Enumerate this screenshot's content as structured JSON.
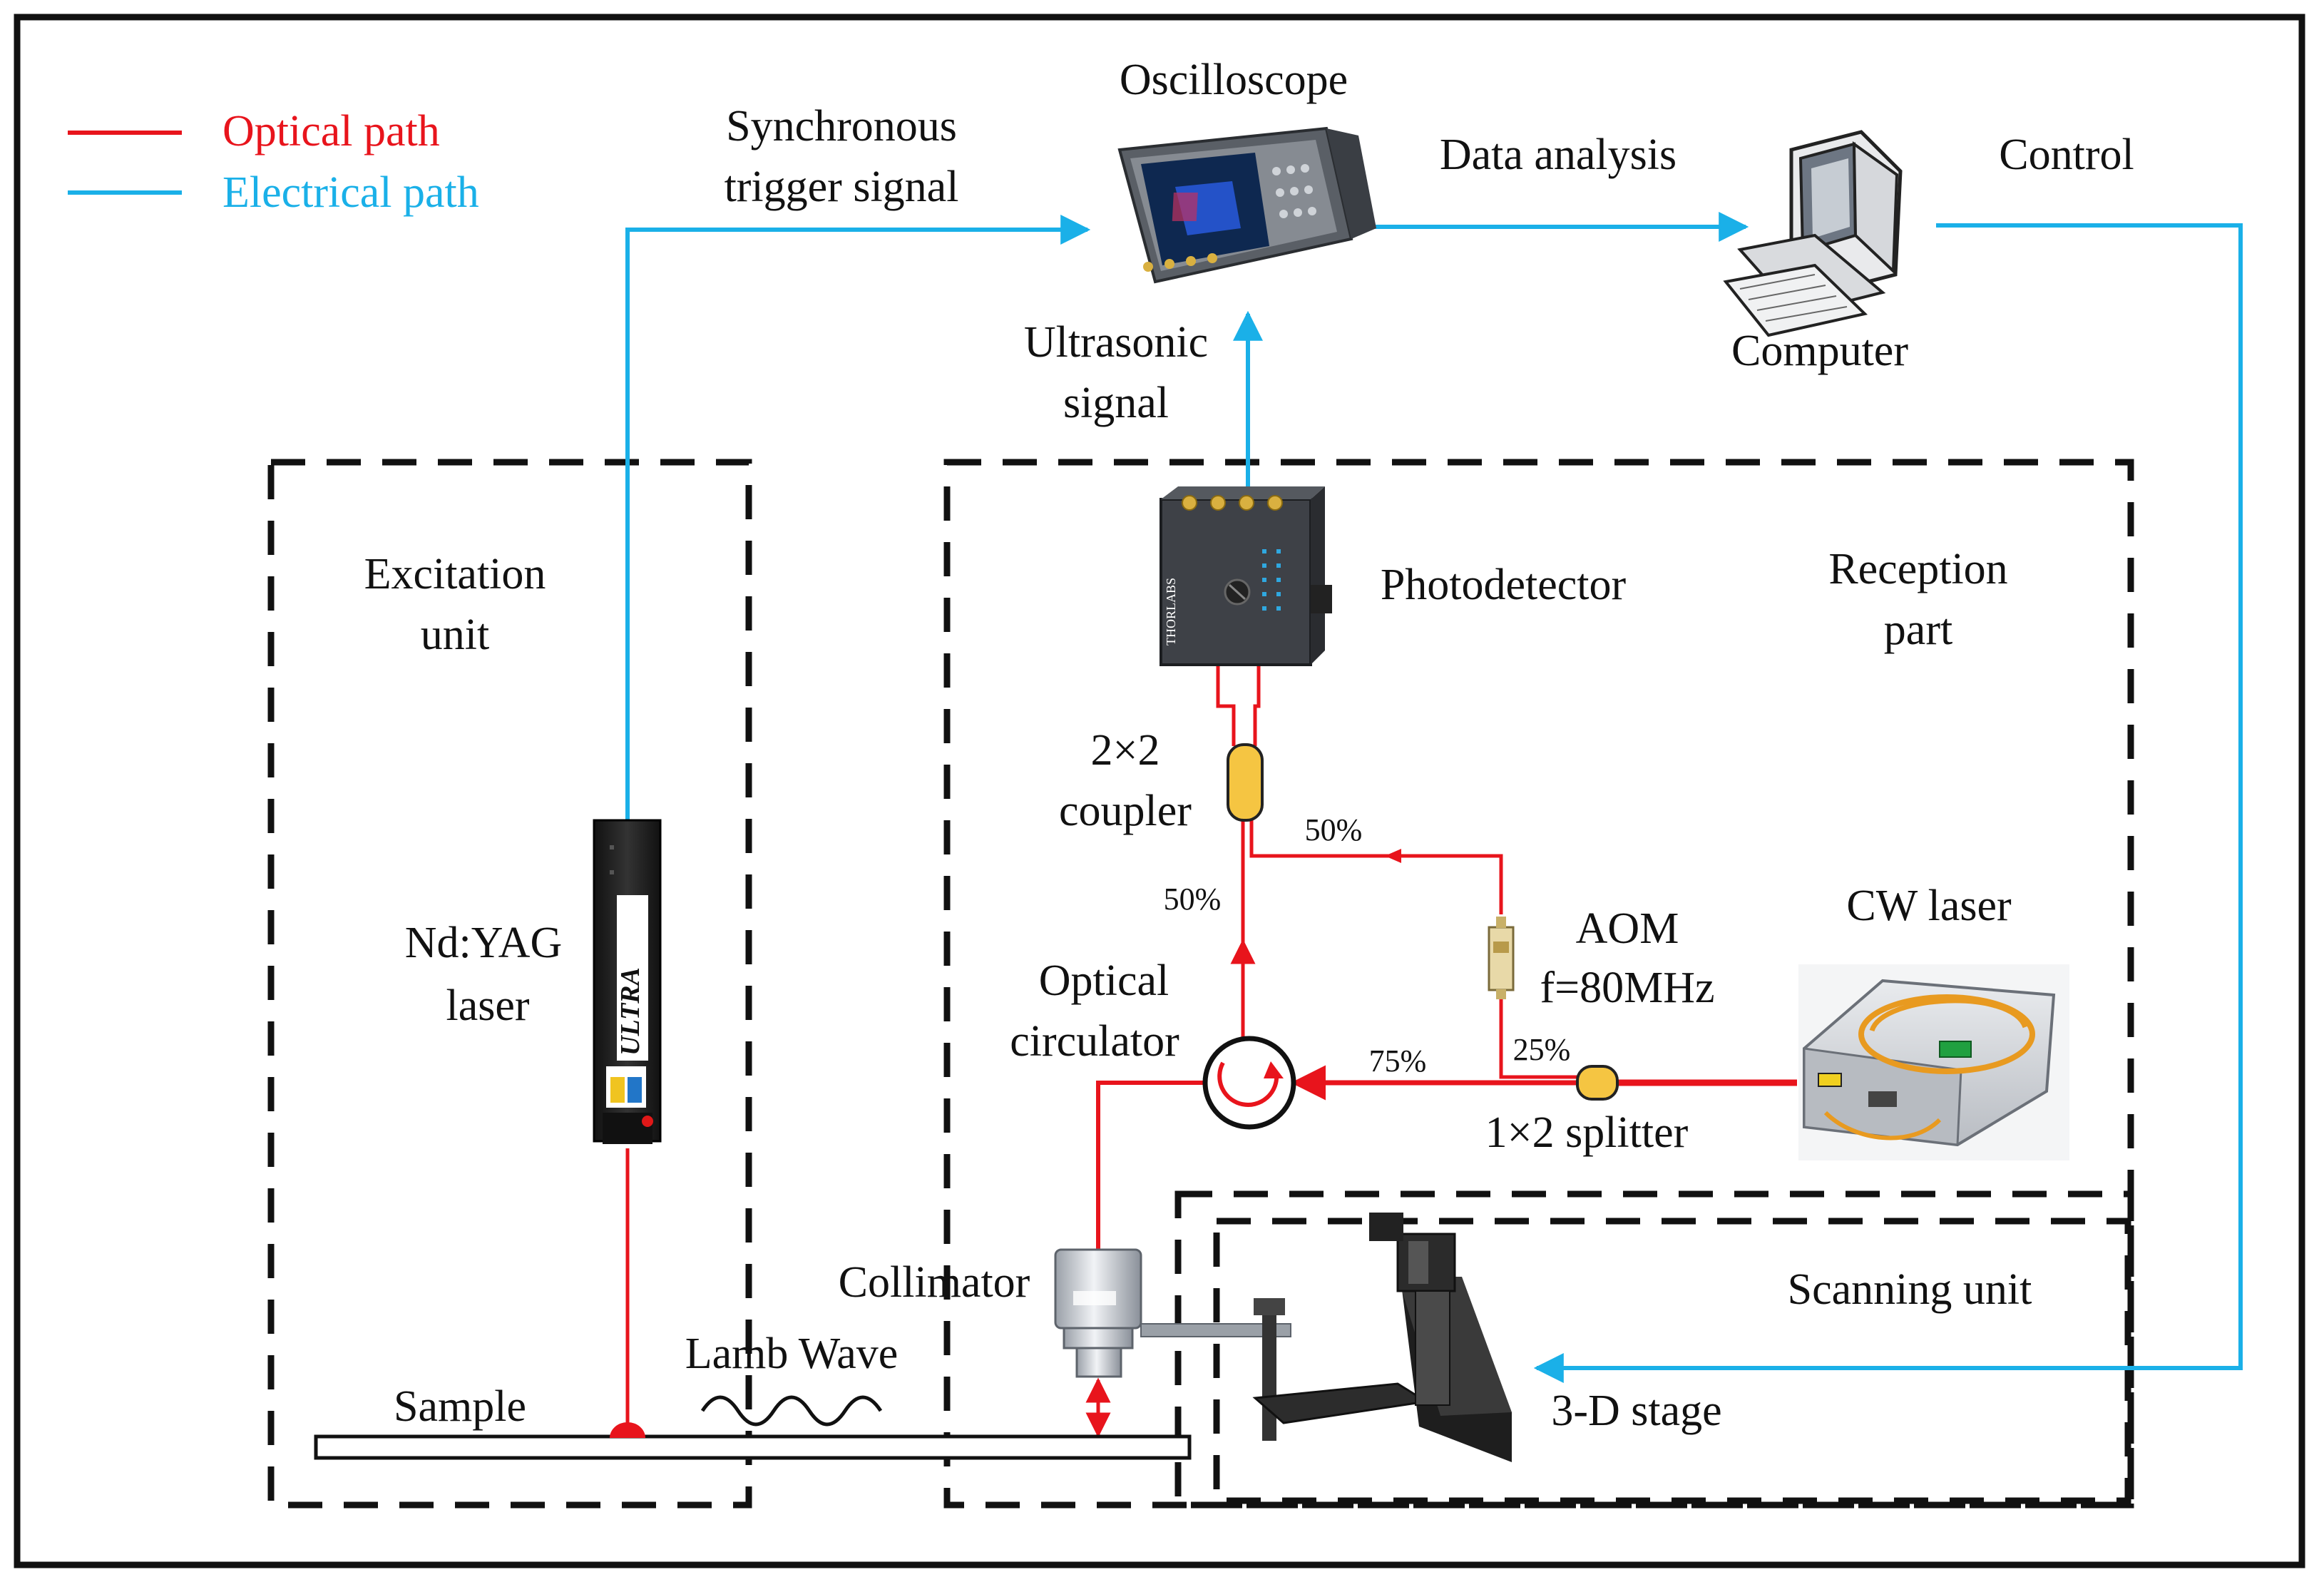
{
  "legend": {
    "optical": "Optical path",
    "electrical": "Electrical path"
  },
  "labels": {
    "oscilloscope": "Oscilloscope",
    "sync_trigger_1": "Synchronous",
    "sync_trigger_2": "trigger signal",
    "data_analysis": "Data  analysis",
    "control": "Control",
    "computer": "Computer",
    "ultrasonic_1": "Ultrasonic",
    "ultrasonic_2": "signal",
    "excitation_1": "Excitation",
    "excitation_2": "unit",
    "photodetector": "Photodetector",
    "reception_1": "Reception",
    "reception_2": "part",
    "coupler_1": "2×2",
    "coupler_2": "coupler",
    "pct_50_right": "50%",
    "pct_50_left": "50%",
    "aom": "AOM",
    "aom_freq": "f=80MHz",
    "cw_laser": "CW laser",
    "ndyag_1": "Nd:YAG",
    "ndyag_2": "laser",
    "ultra_brand": "ULTRA",
    "thor_brand": "THORLABS",
    "optical_circ_1": "Optical",
    "optical_circ_2": "circulator",
    "pct_75": "75%",
    "pct_25": "25%",
    "splitter": "1×2 splitter",
    "collimator": "Collimator",
    "scanning_unit": "Scanning unit",
    "lamb_wave": "Lamb Wave",
    "sample": "Sample",
    "stage_3d": "3-D stage"
  },
  "colors": {
    "optical": "#e8141c",
    "electrical": "#1ab0e8",
    "frame": "#111111",
    "coupler_fill": "#f5c542"
  }
}
